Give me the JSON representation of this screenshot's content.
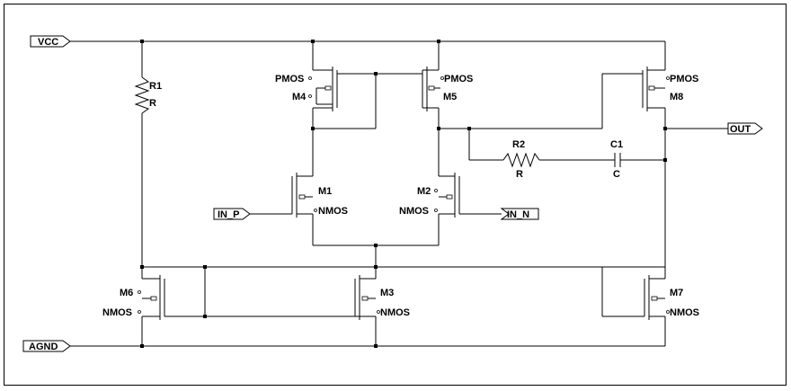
{
  "ports": {
    "vcc": "VCC",
    "agnd": "AGND",
    "in_p": "IN_P",
    "in_n": "IN_N",
    "out": "OUT"
  },
  "components": {
    "r1": {
      "ref": "R1",
      "value": "R"
    },
    "r2": {
      "ref": "R2",
      "value": "R"
    },
    "c1": {
      "ref": "C1",
      "value": "C"
    },
    "m1": {
      "ref": "M1",
      "type": "NMOS"
    },
    "m2": {
      "ref": "M2",
      "type": "NMOS"
    },
    "m3": {
      "ref": "M3",
      "type": "NMOS"
    },
    "m4": {
      "ref": "M4",
      "type": "PMOS"
    },
    "m5": {
      "ref": "M5",
      "type": "PMOS"
    },
    "m6": {
      "ref": "M6",
      "type": "NMOS"
    },
    "m7": {
      "ref": "M7",
      "type": "NMOS"
    },
    "m8": {
      "ref": "M8",
      "type": "PMOS"
    }
  }
}
